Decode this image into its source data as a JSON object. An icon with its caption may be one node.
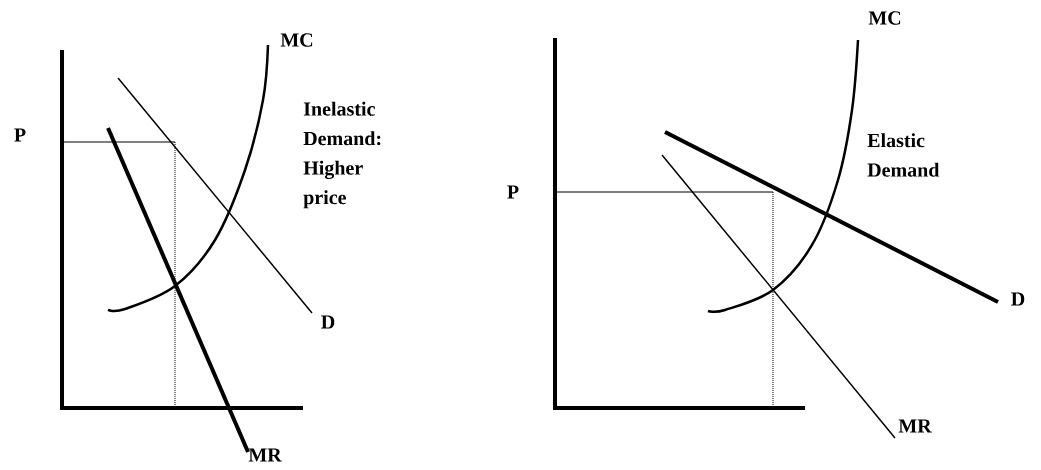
{
  "diagram": {
    "labels": [
      "MC",
      "P",
      "Inelastic Demand: Higher price",
      "D",
      "MR",
      "MC",
      "Elastic Demand",
      "P",
      "D",
      "MR"
    ]
  }
}
